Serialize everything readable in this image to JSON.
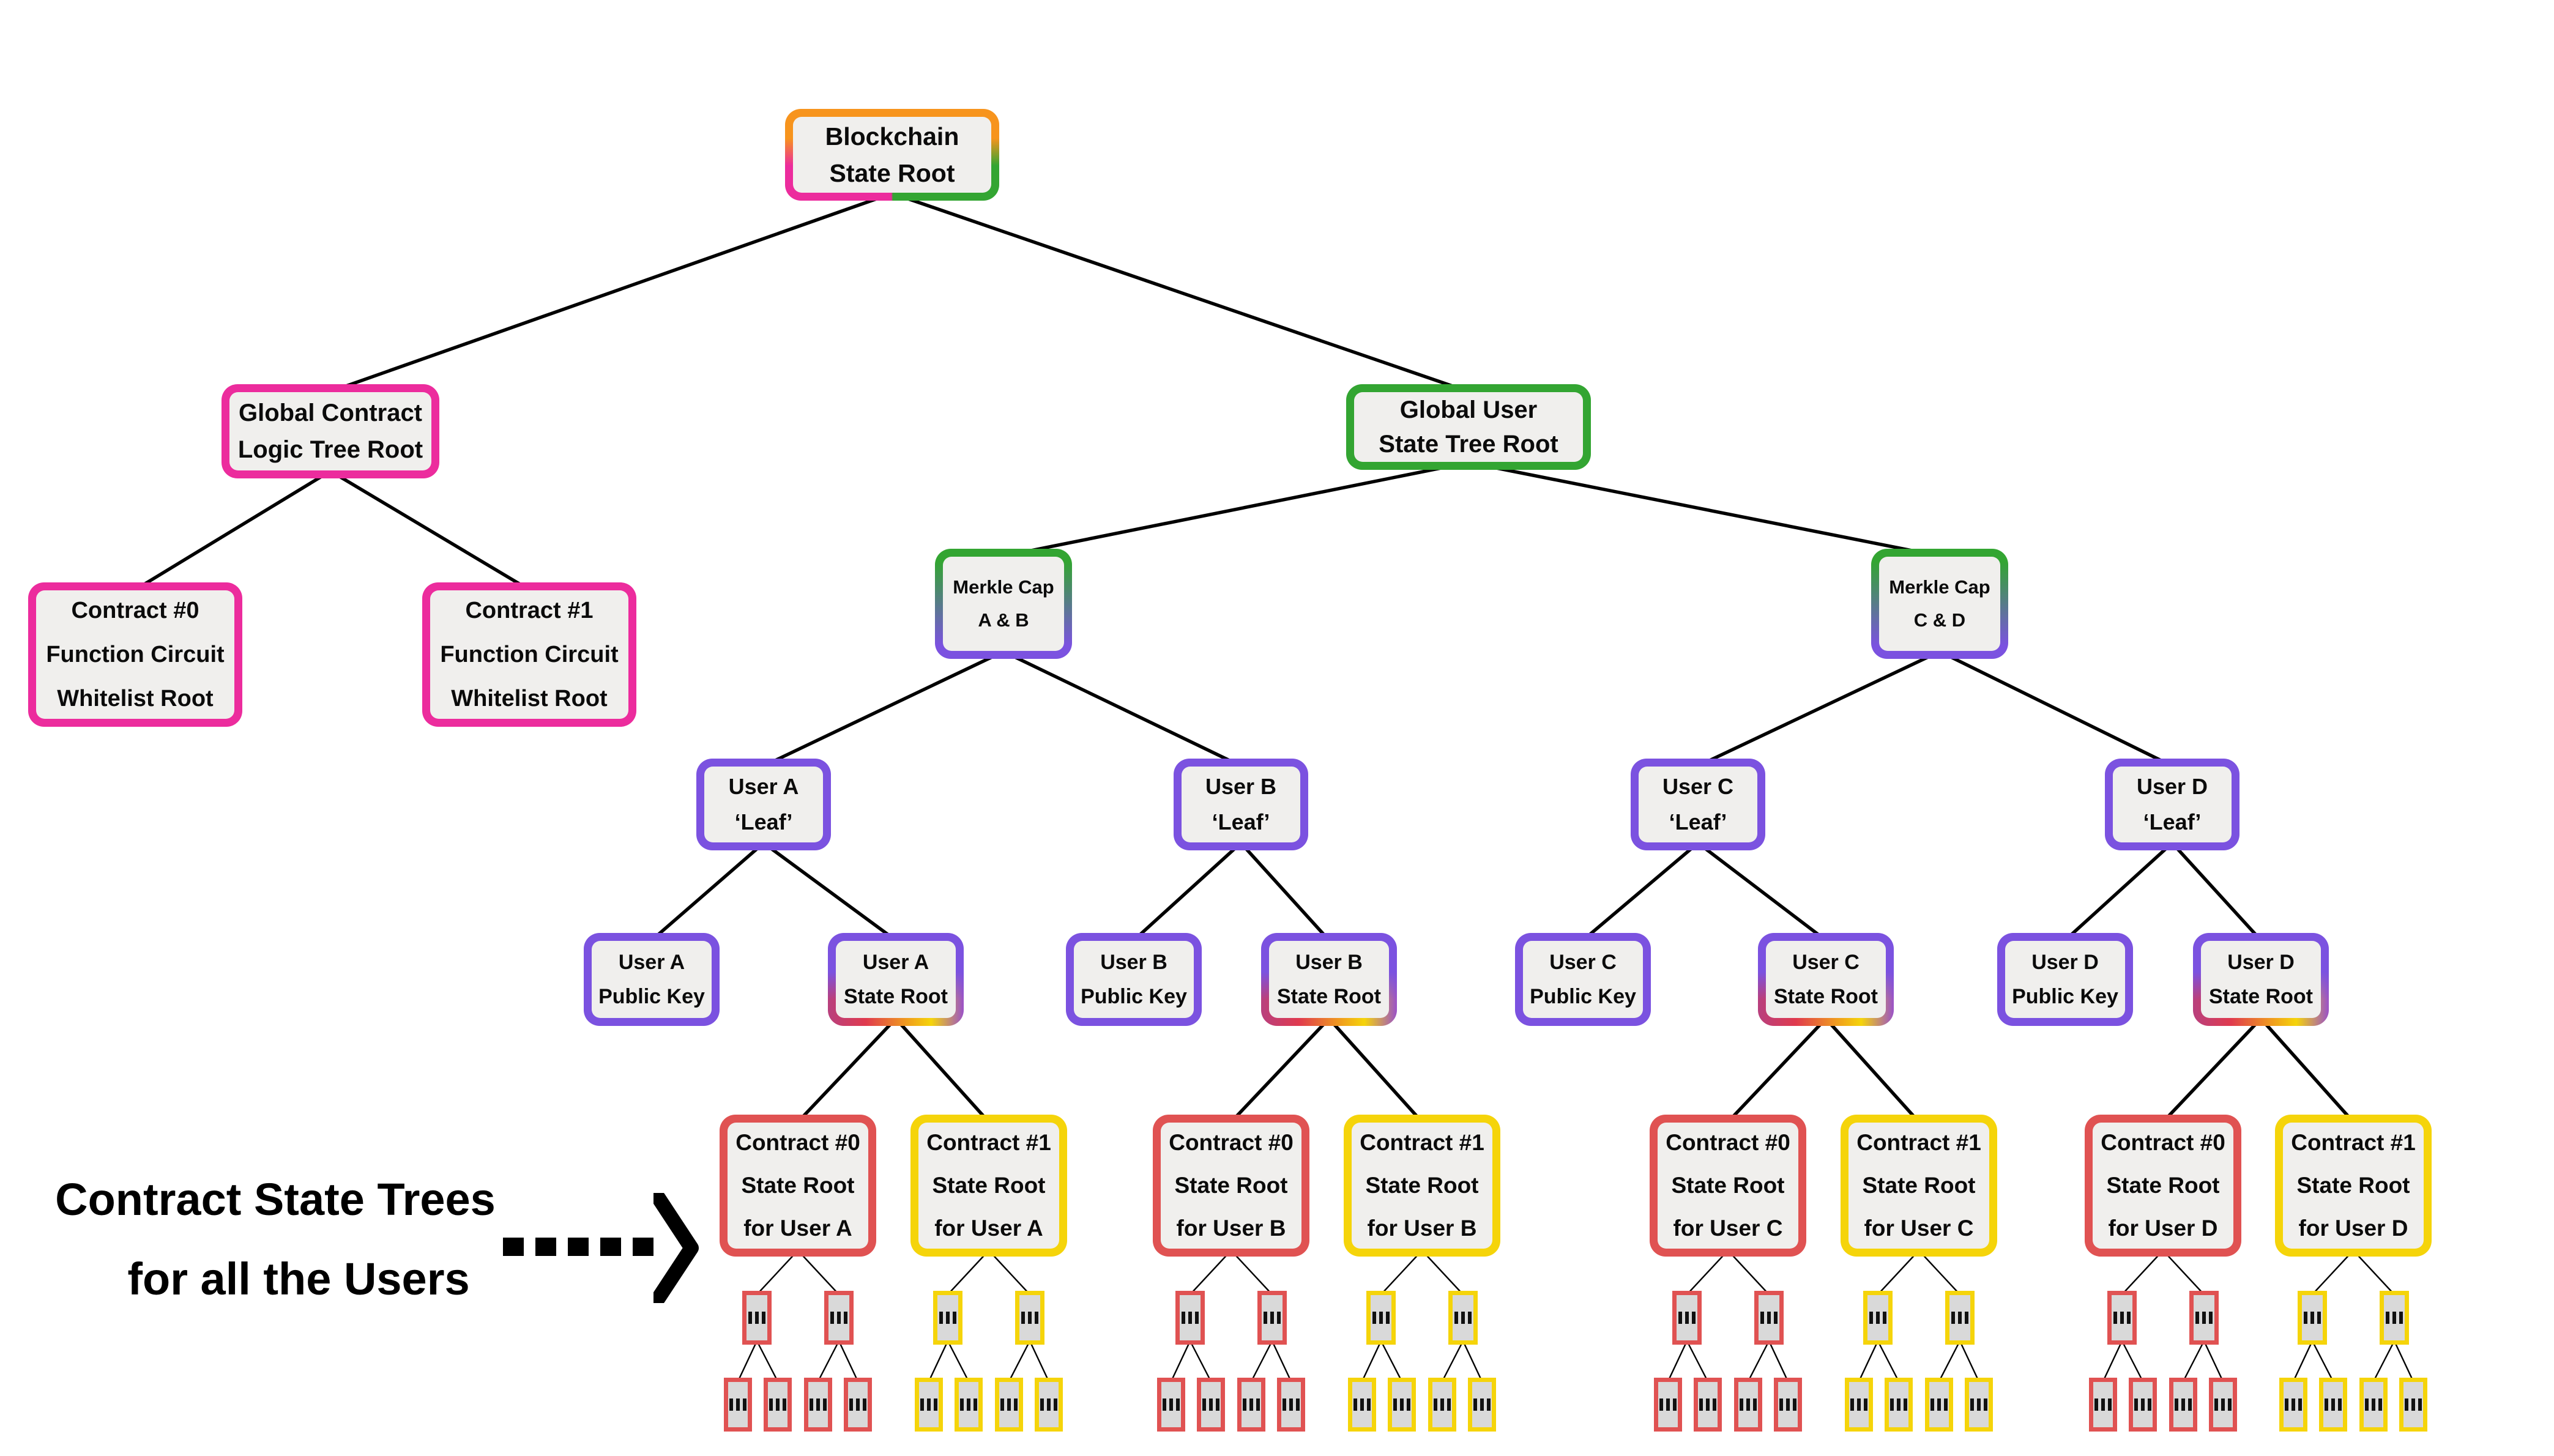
{
  "caption": {
    "line1": "Contract State Trees",
    "line2": "for all the Users"
  },
  "mini_glyph": "...",
  "palette": {
    "orange": "#F7941D",
    "magenta": "#EC2C9D",
    "green": "#33A532",
    "purple": "#7B52E0",
    "red": "#E05252",
    "yellow": "#F5D40A",
    "box_fill": "#F0EFED",
    "mini_fill": "#D9D9D9",
    "line": "#000000"
  },
  "nodes": [
    {
      "id": "bsr",
      "style": "root",
      "lines": [
        "Blockchain",
        "State Root"
      ]
    },
    {
      "id": "gcltr",
      "style": "magenta",
      "lines": [
        "Global Contract",
        "Logic Tree Root"
      ]
    },
    {
      "id": "gustr",
      "style": "green",
      "lines": [
        "Global User",
        "State Tree Root"
      ]
    },
    {
      "id": "c0f",
      "style": "magenta",
      "lines": [
        "Contract #0",
        "Function Circuit",
        "Whitelist Root"
      ]
    },
    {
      "id": "c1f",
      "style": "magenta",
      "lines": [
        "Contract #1",
        "Function Circuit",
        "Whitelist Root"
      ]
    },
    {
      "id": "mcab",
      "style": "cap",
      "lines": [
        "Merkle Cap",
        "A & B"
      ]
    },
    {
      "id": "mccd",
      "style": "cap",
      "lines": [
        "Merkle Cap",
        "C & D"
      ]
    },
    {
      "id": "leafA",
      "style": "purple",
      "lines": [
        "User A",
        "‘Leaf’"
      ]
    },
    {
      "id": "leafB",
      "style": "purple",
      "lines": [
        "User B",
        "‘Leaf’"
      ]
    },
    {
      "id": "leafC",
      "style": "purple",
      "lines": [
        "User C",
        "‘Leaf’"
      ]
    },
    {
      "id": "leafD",
      "style": "purple",
      "lines": [
        "User D",
        "‘Leaf’"
      ]
    },
    {
      "id": "pkA",
      "style": "purple",
      "lines": [
        "User A",
        "Public Key"
      ]
    },
    {
      "id": "srA",
      "style": "usersr",
      "lines": [
        "User A",
        "State Root"
      ]
    },
    {
      "id": "pkB",
      "style": "purple",
      "lines": [
        "User B",
        "Public Key"
      ]
    },
    {
      "id": "srB",
      "style": "usersr",
      "lines": [
        "User B",
        "State Root"
      ]
    },
    {
      "id": "pkC",
      "style": "purple",
      "lines": [
        "User C",
        "Public Key"
      ]
    },
    {
      "id": "srC",
      "style": "usersr",
      "lines": [
        "User C",
        "State Root"
      ]
    },
    {
      "id": "pkD",
      "style": "purple",
      "lines": [
        "User D",
        "Public Key"
      ]
    },
    {
      "id": "srD",
      "style": "usersr",
      "lines": [
        "User D",
        "State Root"
      ]
    },
    {
      "id": "c0A",
      "style": "red",
      "lines": [
        "Contract #0",
        "State Root",
        "for User A"
      ]
    },
    {
      "id": "c1A",
      "style": "yellow",
      "lines": [
        "Contract #1",
        "State Root",
        "for User A"
      ]
    },
    {
      "id": "c0B",
      "style": "red",
      "lines": [
        "Contract #0",
        "State Root",
        "for User B"
      ]
    },
    {
      "id": "c1B",
      "style": "yellow",
      "lines": [
        "Contract #1",
        "State Root",
        "for User B"
      ]
    },
    {
      "id": "c0C",
      "style": "red",
      "lines": [
        "Contract #0",
        "State Root",
        "for User C"
      ]
    },
    {
      "id": "c1C",
      "style": "yellow",
      "lines": [
        "Contract #1",
        "State Root",
        "for User C"
      ]
    },
    {
      "id": "c0D",
      "style": "red",
      "lines": [
        "Contract #0",
        "State Root",
        "for User D"
      ]
    },
    {
      "id": "c1D",
      "style": "yellow",
      "lines": [
        "Contract #1",
        "State Root",
        "for User D"
      ]
    }
  ]
}
